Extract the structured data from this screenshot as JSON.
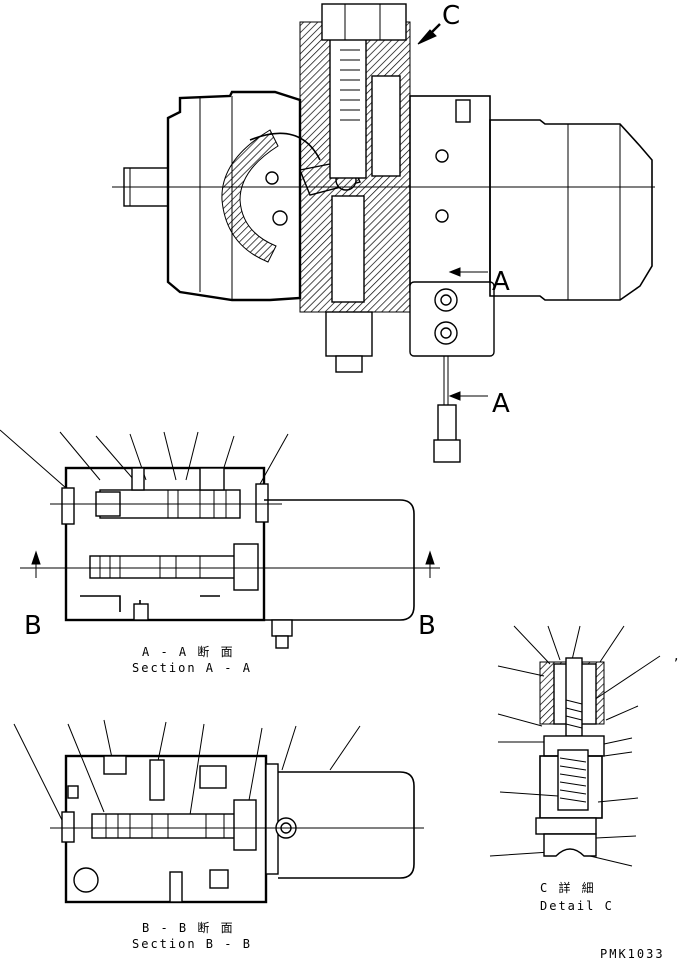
{
  "views": {
    "main": {
      "arrow_label_c": "C",
      "section_label_a_upper": "A",
      "section_label_a_lower": "A"
    },
    "section_aa": {
      "caption_jp": "A - A 断 面",
      "caption_en": "Section A - A",
      "section_label_b_left": "B",
      "section_label_b_right": "B"
    },
    "section_bb": {
      "caption_jp": "B - B 断 面",
      "caption_en": "Section B - B"
    },
    "detail_c": {
      "caption_jp": "C 詳 細",
      "caption_en": "Detail C"
    }
  },
  "drawing_code": "PMK1033",
  "stray_mark": ","
}
